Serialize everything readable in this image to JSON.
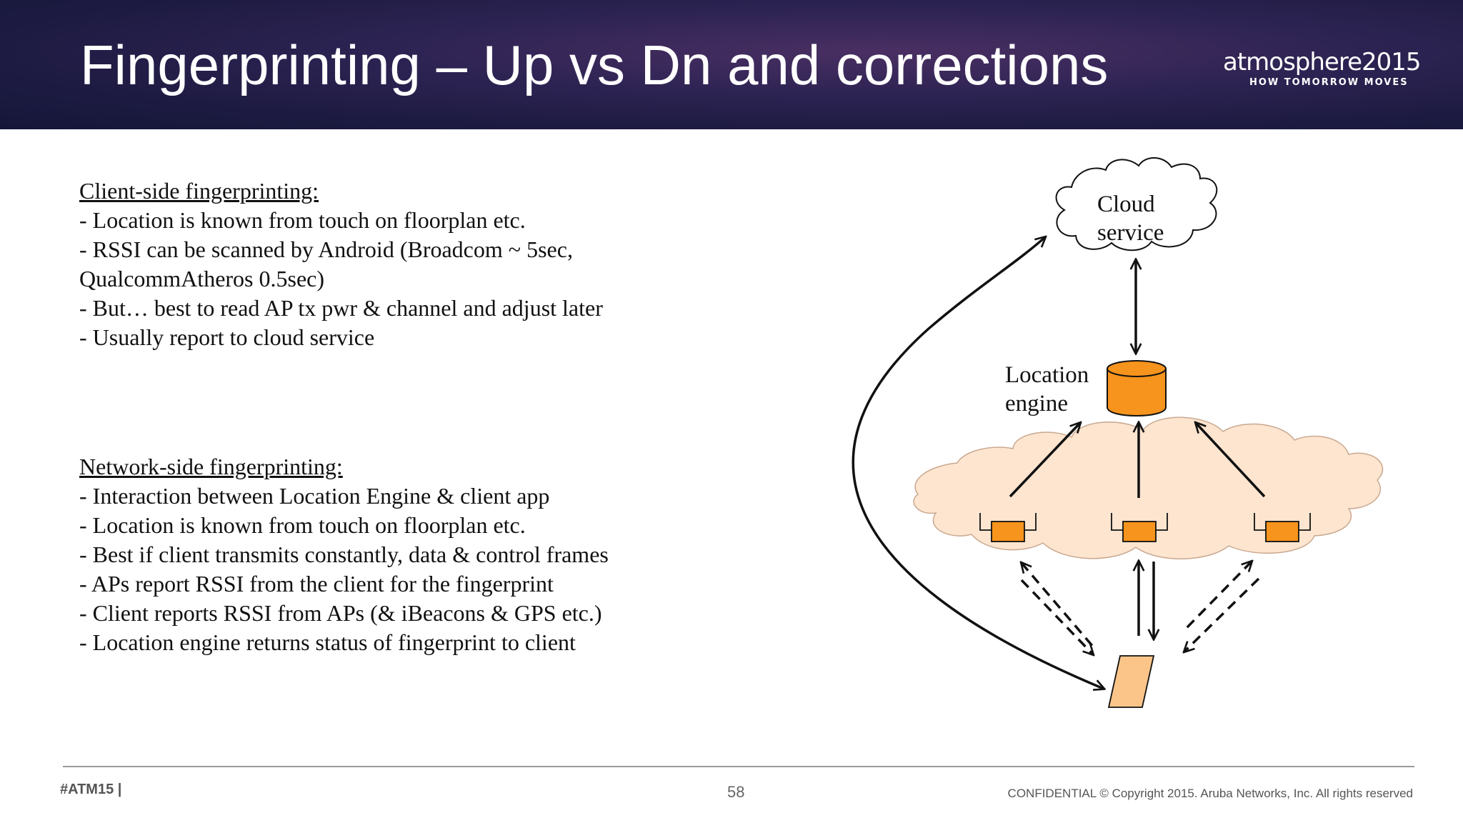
{
  "header": {
    "title": "Fingerprinting – Up vs Dn and corrections",
    "logo_name": "atmosphere",
    "logo_year": "2015",
    "logo_tagline": "HOW TOMORROW MOVES"
  },
  "client_side": {
    "heading": "Client-side fingerprinting:",
    "lines": [
      "- Location is known from touch on floorplan etc.",
      "- RSSI can be scanned by Android (Broadcom  ~ 5sec,",
      "QualcommAtheros 0.5sec)",
      "- But… best to read AP tx pwr & channel and adjust later",
      "- Usually report to cloud service"
    ]
  },
  "network_side": {
    "heading": "Network-side fingerprinting:",
    "lines": [
      "- Interaction between Location Engine & client app",
      "- Location is known from touch on floorplan etc.",
      "- Best if client transmits constantly, data & control frames",
      "- APs report RSSI from the client for the fingerprint",
      "- Client reports RSSI from APs (& iBeacons & GPS etc.)",
      "- Location engine returns status of fingerprint to client"
    ]
  },
  "diagram": {
    "cloud_label_line1": "Cloud",
    "cloud_label_line2": "service",
    "engine_label_line1": "Location",
    "engine_label_line2": "engine",
    "colors": {
      "cloud_fill": "#ffffff",
      "network_cloud_fill": "#fde5d0",
      "database_fill": "#f7941d",
      "ap_fill": "#f7941d",
      "client_fill": "#fbc58a",
      "stroke": "#111111"
    }
  },
  "footer": {
    "hashtag": "#ATM15 |",
    "page_number": "58",
    "copyright": "CONFIDENTIAL © Copyright 2015. Aruba Networks, Inc. All rights reserved"
  }
}
